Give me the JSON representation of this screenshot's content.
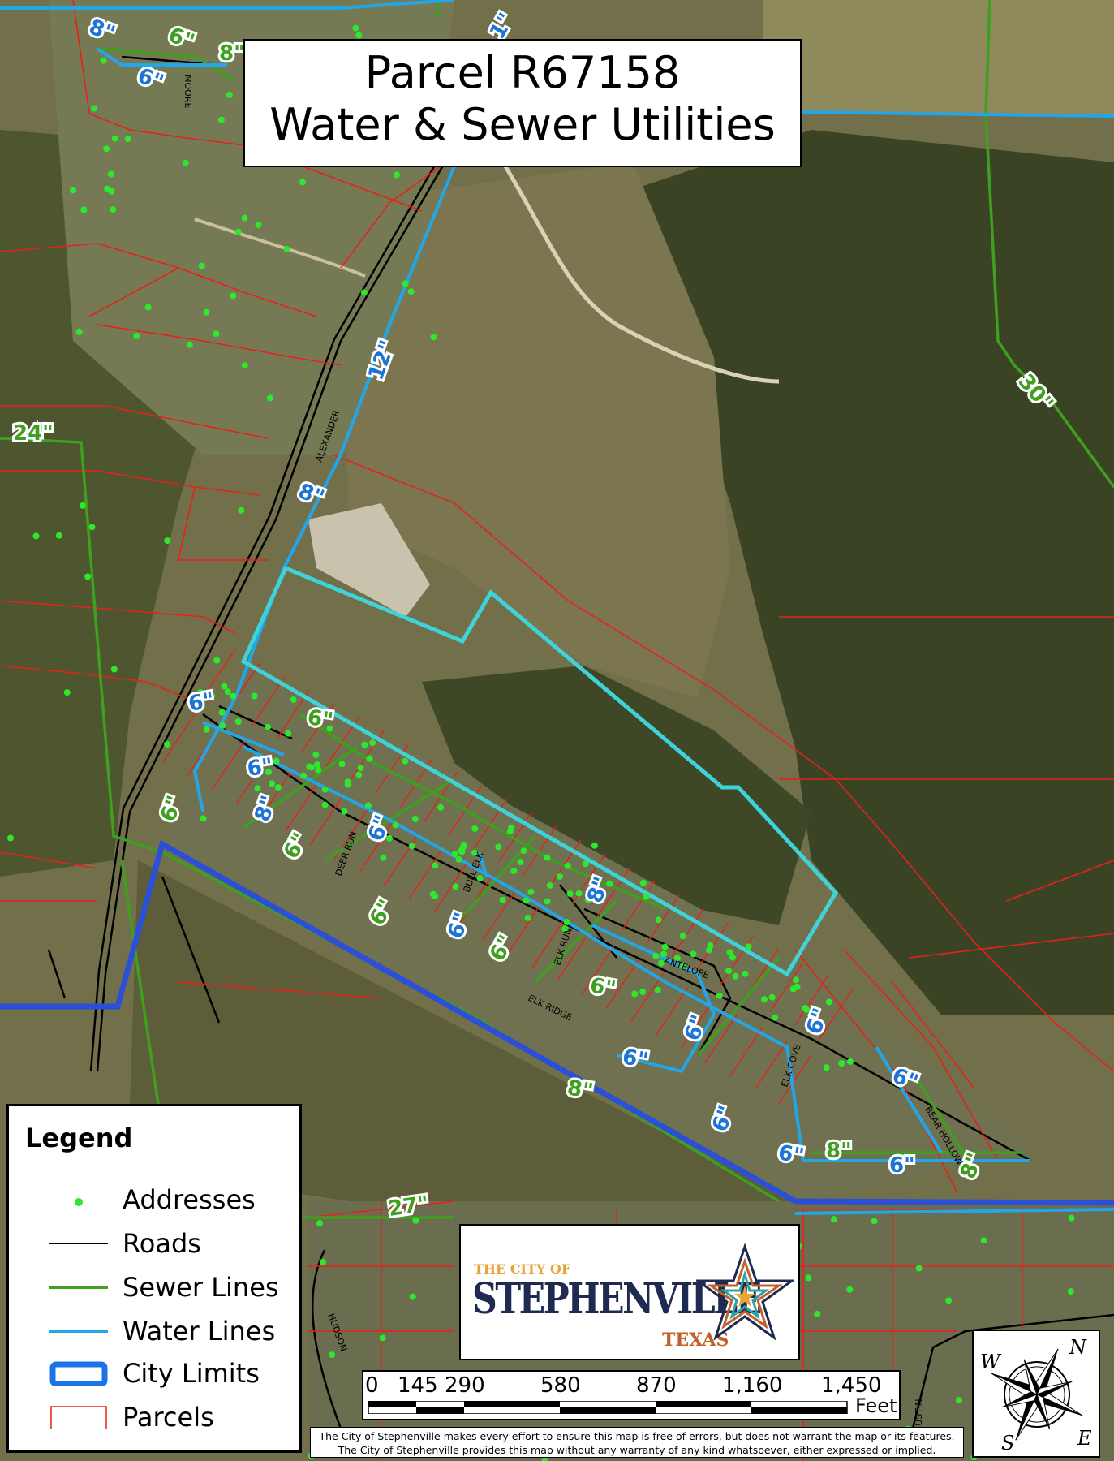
{
  "title": {
    "line1": "Parcel R67158",
    "line2": "Water & Sewer Utilities"
  },
  "colors": {
    "aerial_base": "#6b6a45",
    "sewer": "#3f9f1f",
    "water": "#22a6e8",
    "city_limits": "#2b4fd6",
    "parcels": "#e8201c",
    "subject_parcel": "#3fd3d9",
    "roads": "#000000",
    "addresses": "#2ee82e"
  },
  "streets": [
    "MOORE",
    "ALEXANDER",
    "DEER RUN",
    "BULL ELK",
    "ELK RUN",
    "ANTELOPE",
    "ELK RIDGE",
    "ELK COVE",
    "BEAR HOLLOW",
    "HUDSON",
    "JUSTIN"
  ],
  "pipe_labels": {
    "water": [
      "8\"",
      "6\"",
      "12\"",
      "8\"",
      "6\"",
      "6\"",
      "8\"",
      "6\"",
      "6\"",
      "8\"",
      "6\"",
      "6\"",
      "6\"",
      "6\"",
      "6\"",
      "6\"",
      "6\"",
      "1\""
    ],
    "sewer": [
      "6\"",
      "8\"",
      "24\"",
      "6\"",
      "6\"",
      "6\"",
      "6\"",
      "6\"",
      "6\"",
      "8\"",
      "27\"",
      "8\"",
      "8\"",
      "30\""
    ]
  },
  "legend": {
    "title": "Legend",
    "items": [
      {
        "label": "Addresses",
        "icon": "green-dot"
      },
      {
        "label": "Roads",
        "icon": "black-line"
      },
      {
        "label": "Sewer Lines",
        "icon": "green-line"
      },
      {
        "label": "Water Lines",
        "icon": "blue-line"
      },
      {
        "label": "City Limits",
        "icon": "blue-outline-box"
      },
      {
        "label": "Parcels",
        "icon": "red-outline-box"
      }
    ]
  },
  "logo": {
    "prefix": "THE CITY OF",
    "name": "STEPHENVILLE",
    "state": "TEXAS"
  },
  "scale": {
    "ticks": [
      "0",
      "145",
      "290",
      "580",
      "870",
      "1,160",
      "1,450"
    ],
    "unit": "Feet"
  },
  "compass": {
    "n": "N",
    "e": "E",
    "s": "S",
    "w": "W"
  },
  "disclaimer": {
    "line1": "The City of Stephenville makes every effort to ensure this map is free of errors, but does not warrant the map or its features.",
    "line2": "The City of Stephenville provides this map without any warranty of any kind whatsoever, either expressed or implied."
  }
}
